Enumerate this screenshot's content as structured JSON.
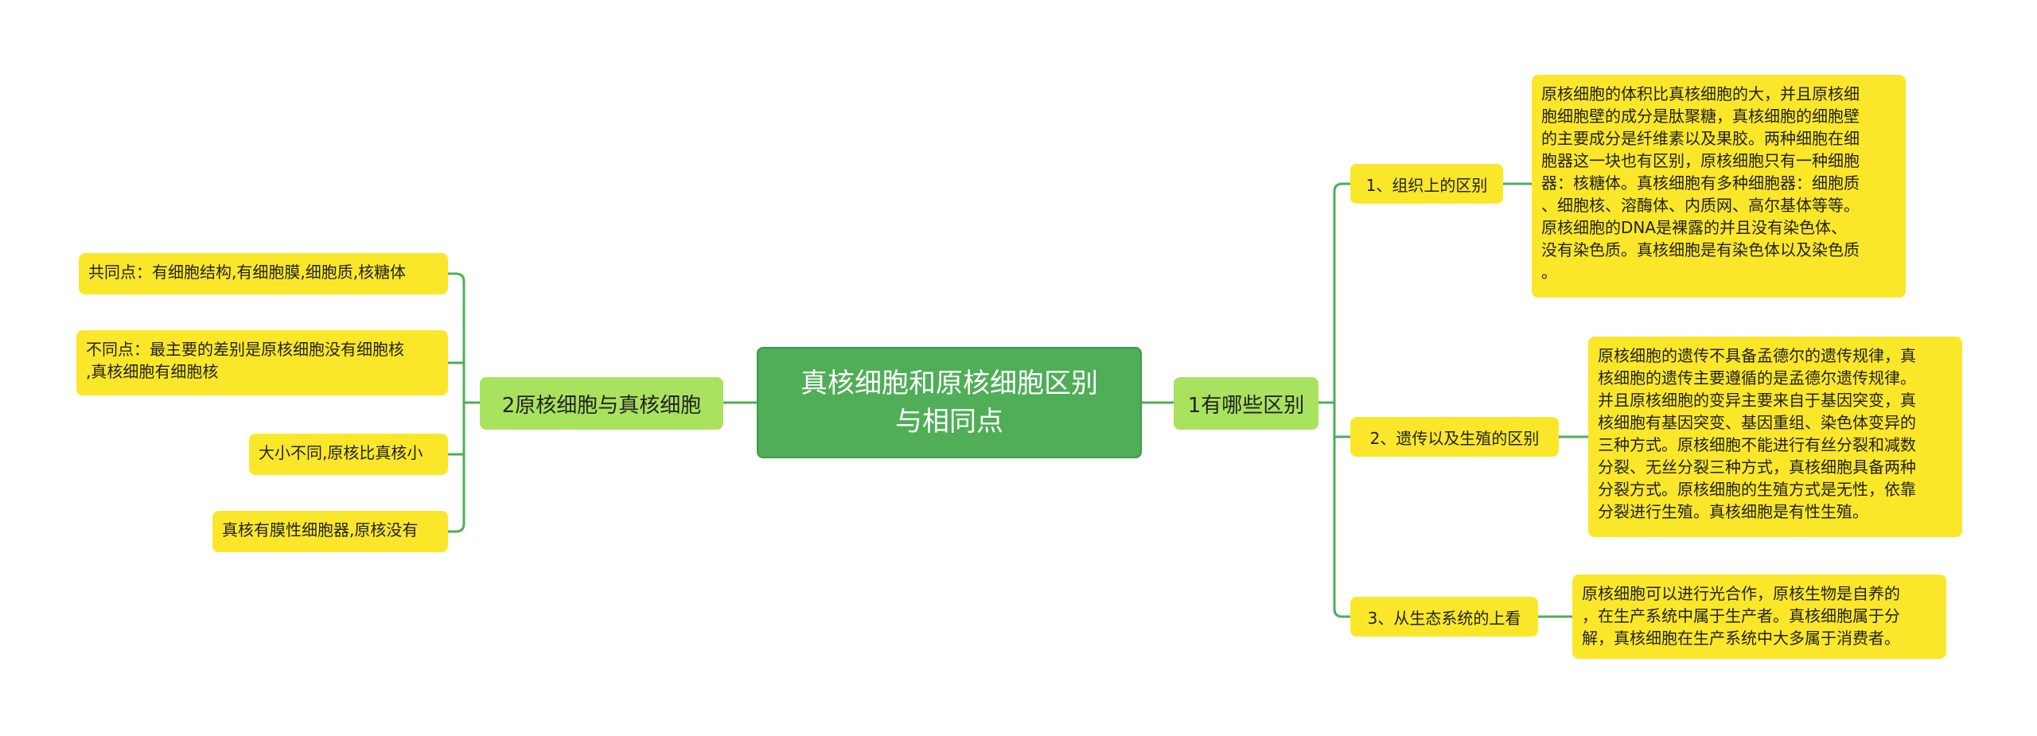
{
  "colors": {
    "root_fill": "#4fae57",
    "branch_fill": "#a9e25e",
    "leaf_fill": "#fbe72a",
    "connector": "#4fae57"
  },
  "root": {
    "title": "真核细胞和原核细胞区别\n与相同点"
  },
  "right_branch": {
    "label": "1有哪些区别",
    "items": [
      {
        "label": "1、组织上的区别",
        "detail": "原核细胞的体积比真核细胞的大，并且原核细\n胞细胞壁的成分是肽聚糖，真核细胞的细胞壁\n的主要成分是纤维素以及果胶。两种细胞在细\n胞器这一块也有区别，原核细胞只有一种细胞\n器：核糖体。真核细胞有多种细胞器：细胞质\n、细胞核、溶酶体、内质网、高尔基体等等。\n原核细胞的DNA是裸露的并且没有染色体、\n没有染色质。真核细胞是有染色体以及染色质\n。"
      },
      {
        "label": "2、遗传以及生殖的区别",
        "detail": "原核细胞的遗传不具备孟德尔的遗传规律，真\n核细胞的遗传主要遵循的是孟德尔遗传规律。\n并且原核细胞的变异主要来自于基因突变，真\n核细胞有基因突变、基因重组、染色体变异的\n三种方式。原核细胞不能进行有丝分裂和减数\n分裂、无丝分裂三种方式，真核细胞具备两种\n分裂方式。原核细胞的生殖方式是无性，依靠\n分裂进行生殖。真核细胞是有性生殖。"
      },
      {
        "label": "3、从生态系统的上看",
        "detail": "原核细胞可以进行光合作，原核生物是自养的\n，在生产系统中属于生产者。真核细胞属于分\n解，真核细胞在生产系统中大多属于消费者。"
      }
    ]
  },
  "left_branch": {
    "label": "2原核细胞与真核细胞",
    "items": [
      "共同点：有细胞结构,有细胞膜,细胞质,核糖体",
      "不同点：最主要的差别是原核细胞没有细胞核\n,真核细胞有细胞核",
      "大小不同,原核比真核小",
      "真核有膜性细胞器,原核没有"
    ]
  }
}
